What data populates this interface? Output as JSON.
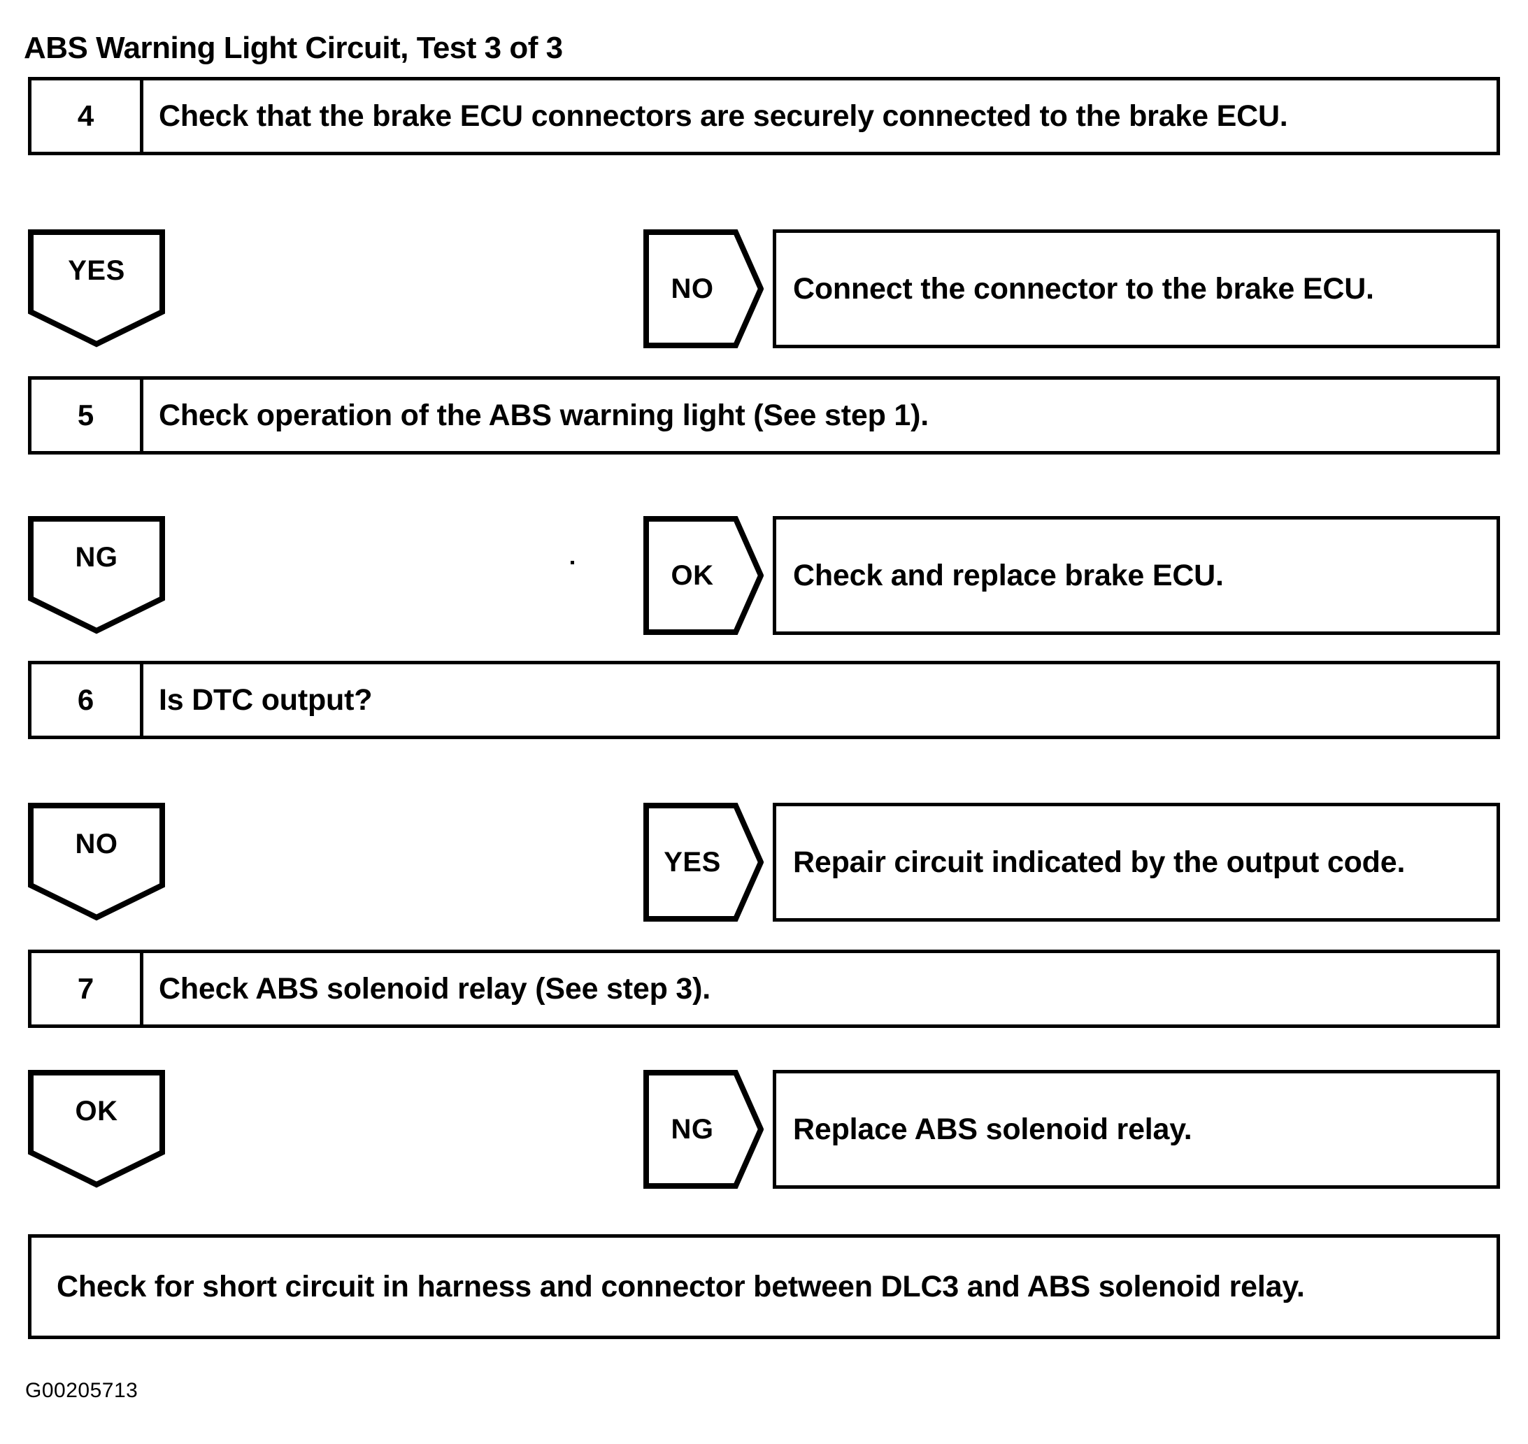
{
  "title": "ABS Warning Light Circuit, Test 3 of 3",
  "figure_code": "G00205713",
  "colors": {
    "ink": "#000000",
    "paper": "#ffffff"
  },
  "flow": {
    "steps": [
      {
        "number": "4",
        "text": "Check that the brake ECU connectors are securely connected to the brake ECU."
      },
      {
        "number": "5",
        "text": "Check operation of the ABS warning light (See step 1)."
      },
      {
        "number": "6",
        "text": "Is DTC output?"
      },
      {
        "number": "7",
        "text": "Check ABS solenoid relay (See step 3)."
      }
    ],
    "decisions": [
      {
        "continue_label": "YES",
        "branch_label": "NO",
        "branch_text": "Connect the connector to the brake ECU."
      },
      {
        "continue_label": "NG",
        "branch_label": "OK",
        "branch_text": "Check and replace brake ECU."
      },
      {
        "continue_label": "NO",
        "branch_label": "YES",
        "branch_text": "Repair circuit indicated by the output code."
      },
      {
        "continue_label": "OK",
        "branch_label": "NG",
        "branch_text": "Replace ABS solenoid relay."
      }
    ],
    "terminal": {
      "text": "Check for short circuit in harness and connector between DLC3 and ABS solenoid relay."
    }
  }
}
